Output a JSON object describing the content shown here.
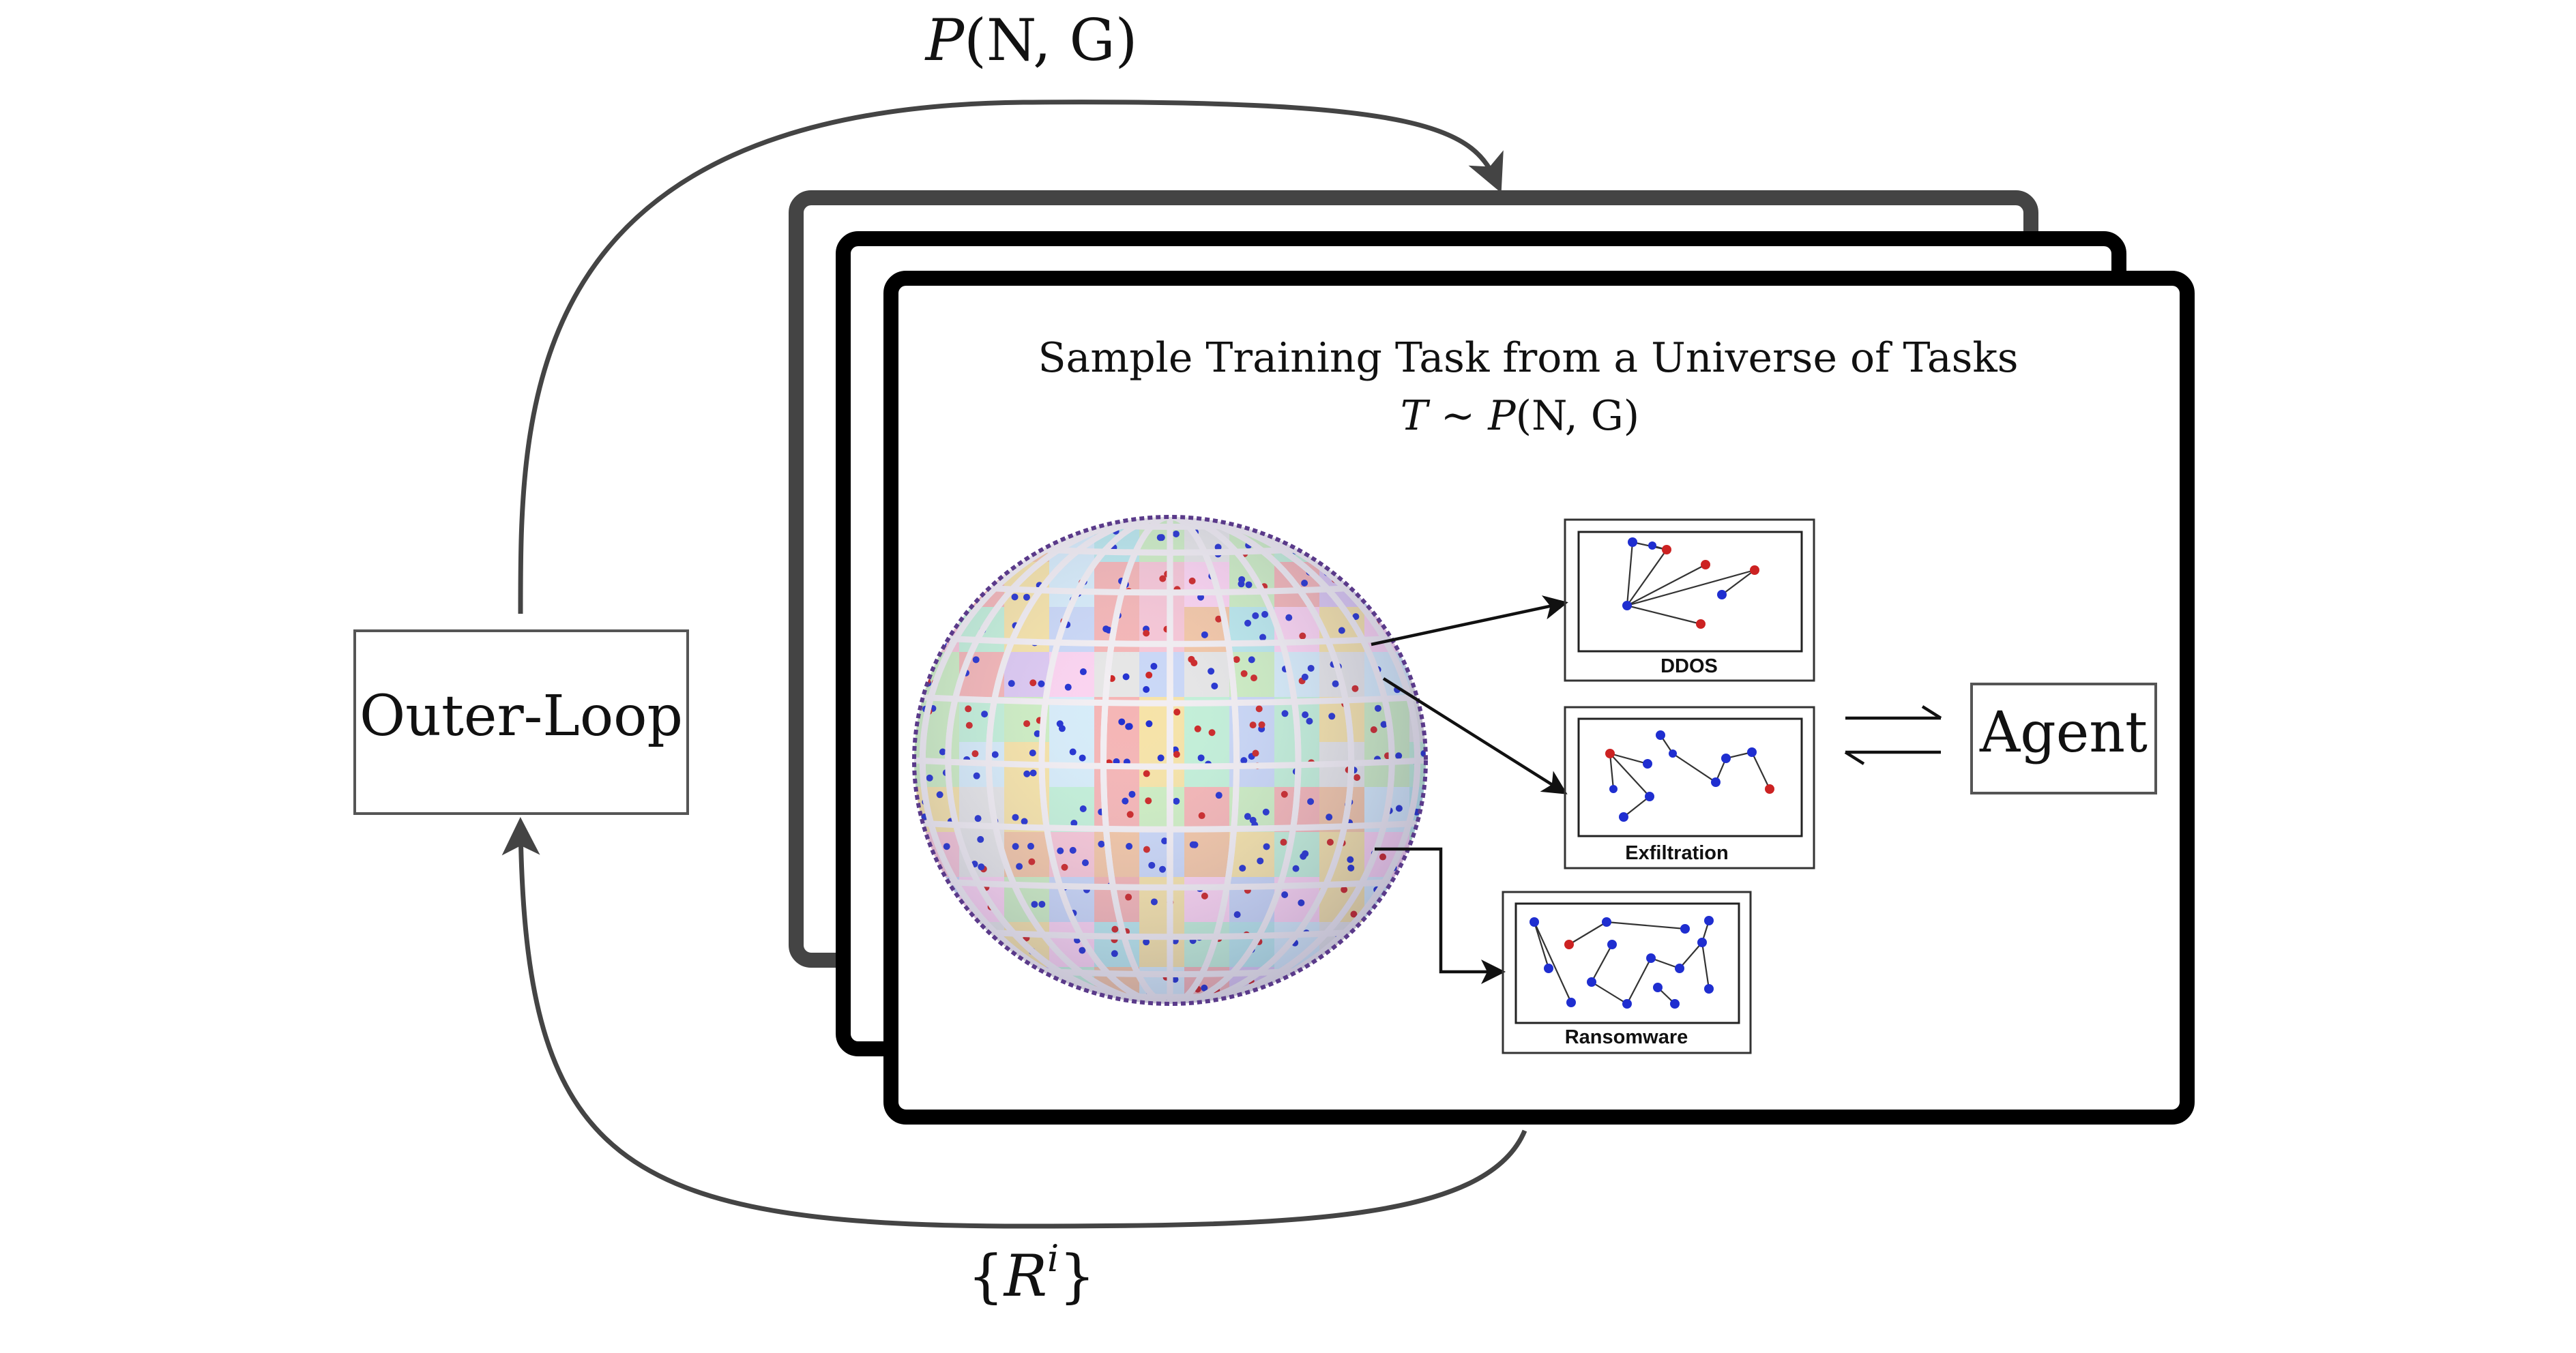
{
  "top_label": {
    "italic": "P",
    "rest": "(N, G)"
  },
  "bottom_label": {
    "open": "{",
    "italic": "R",
    "sup": "i",
    "close": "}"
  },
  "outer_loop": {
    "label": "Outer-Loop"
  },
  "agent": {
    "label": "Agent"
  },
  "task_stack": {
    "title": "Sample Training Task from a Universe of Tasks",
    "subtitle": {
      "t": "T",
      "sim": " ∼ ",
      "p": "P",
      "rest": "(N, G)"
    }
  },
  "panels": [
    {
      "id": "ddos",
      "label": "DDOS",
      "color": "#e3c99c"
    },
    {
      "id": "exfiltration",
      "label": "Exfiltration",
      "color": "#c8a5c5"
    },
    {
      "id": "ransomware",
      "label": "Ransomware",
      "color": "#90cccc"
    }
  ],
  "colors": {
    "node_blue": "#1f2ed0",
    "node_red": "#cc2222",
    "frame_back": "#444444",
    "frame_front": "#000000"
  }
}
